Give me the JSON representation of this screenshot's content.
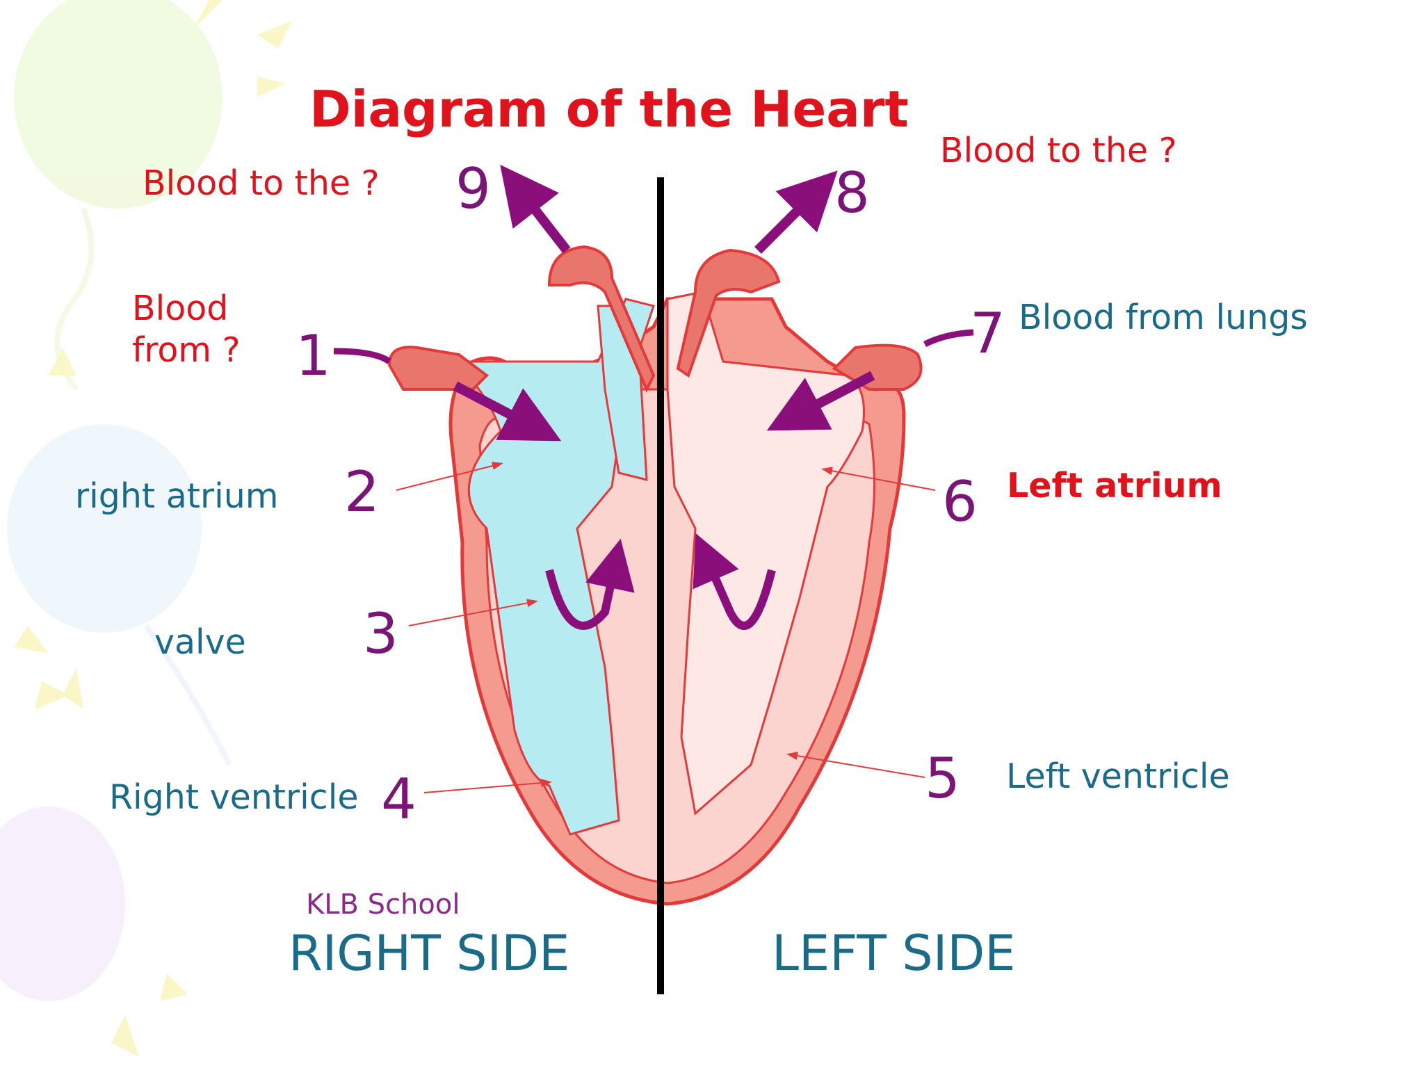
{
  "title": "Diagram of the Heart",
  "credit": "KLB School",
  "sides": {
    "right": "RIGHT SIDE",
    "left": "LEFT SIDE"
  },
  "numbers": {
    "n1": "1",
    "n2": "2",
    "n3": "3",
    "n4": "4",
    "n5": "5",
    "n6": "6",
    "n7": "7",
    "n8": "8",
    "n9": "9"
  },
  "labels": {
    "blood_to_left": "Blood to the ?",
    "blood_to_right": "Blood to the ?",
    "blood_from_line1": "Blood",
    "blood_from_line2": "from ?",
    "blood_from_lungs": "Blood from lungs",
    "right_atrium": "right atrium",
    "left_atrium": "Left atrium",
    "valve": "valve",
    "right_ventricle": "Right ventricle",
    "left_ventricle": "Left ventricle"
  },
  "colors": {
    "question": "#e0121b",
    "answer": "#1a6a8a",
    "number": "#7a1577",
    "heart_wall": "#f08a80",
    "heart_outline": "#e23a3a",
    "deoxygenated": "#b7ebf2",
    "oxygenated": "#fde8e6",
    "arrow": "#8a0f7a"
  }
}
